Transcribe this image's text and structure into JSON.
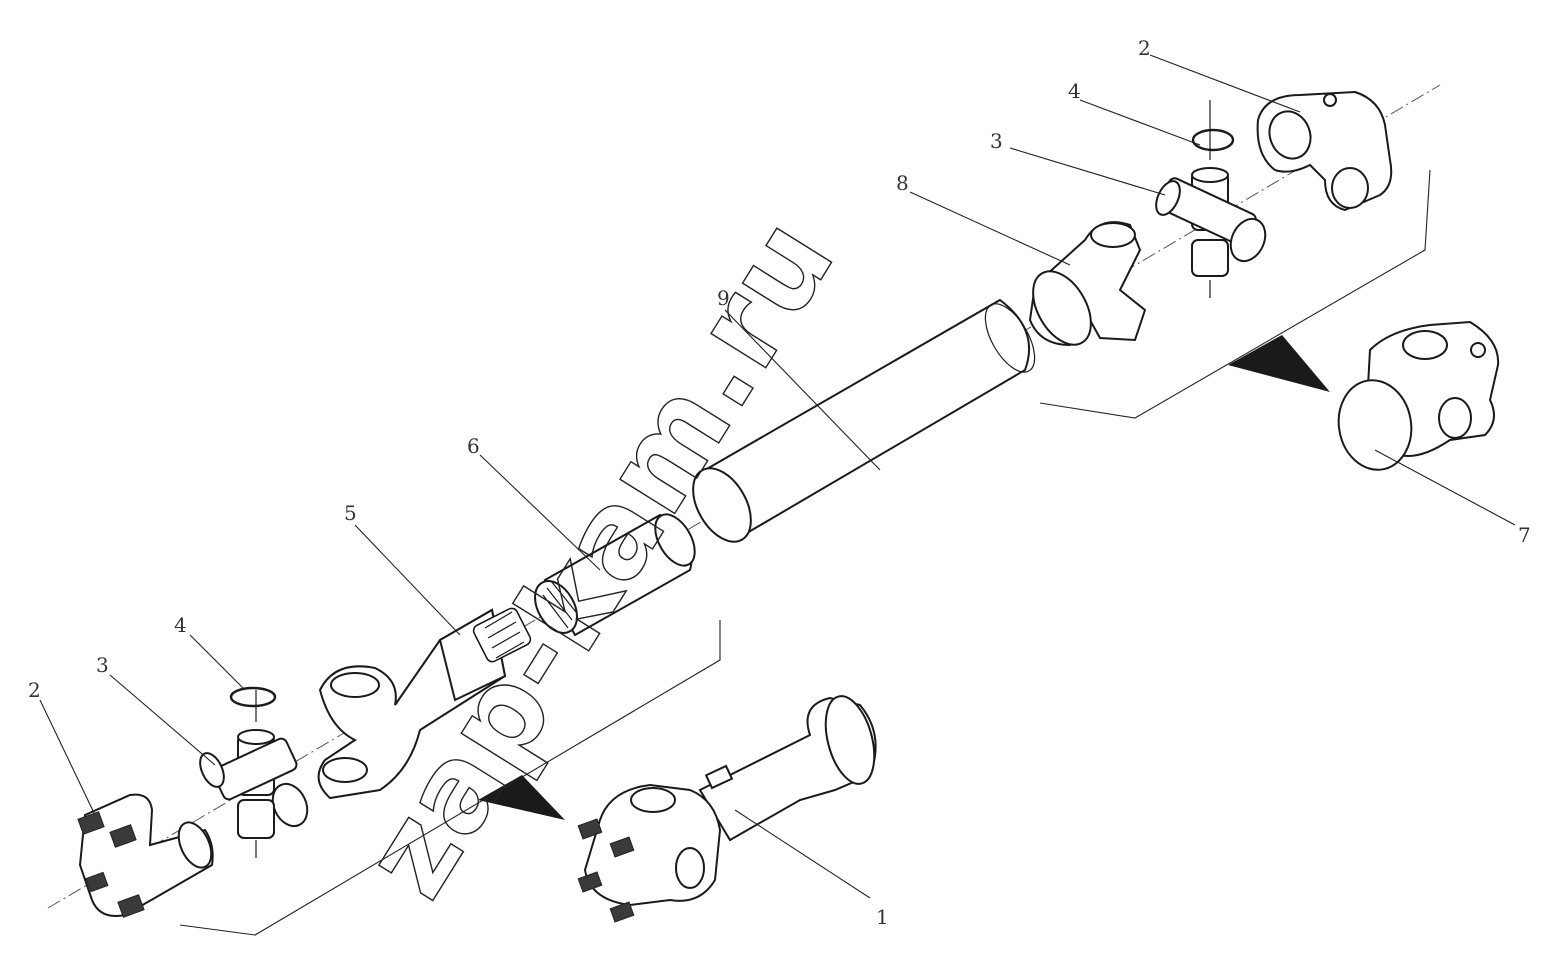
{
  "callouts": {
    "c1": "1",
    "c2a": "2",
    "c2b": "2",
    "c3a": "3",
    "c3b": "3",
    "c4a": "4",
    "c4b": "4",
    "c5": "5",
    "c6": "6",
    "c7": "7",
    "c8": "8",
    "c9": "9"
  },
  "watermark": "zap-kam.ru"
}
